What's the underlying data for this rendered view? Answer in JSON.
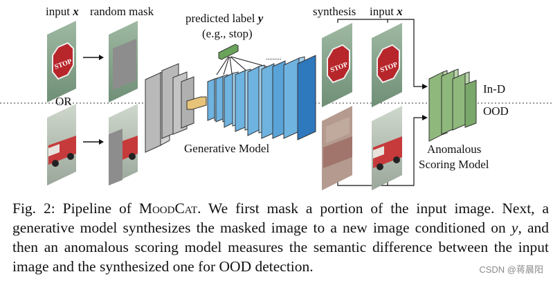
{
  "figure": {
    "label_input_x_text": "input",
    "label_input_x_var": "x",
    "label_random_mask": "random mask",
    "label_predicted": "predicted label",
    "label_predicted_var": "y",
    "label_example": "(e.g., stop)",
    "label_or": "OR",
    "label_generative": "Generative Model",
    "label_synthesis": "synthesis",
    "label_input2_text": "input",
    "label_input2_var": "x",
    "label_in_d": "In-D",
    "label_ood": "OOD",
    "label_anomalous_1": "Anomalous",
    "label_anomalous_2": "Scoring Model",
    "stop_sign_text": "STOP",
    "colors": {
      "encoder": "#b9b9b9",
      "decoder": "#6fb3e0",
      "decoder_dark": "#2e78bd",
      "label_block": "#6aa35a",
      "cond_block": "#e8c47a",
      "scorer": "#8fb97c",
      "stop_red": "#b7262b"
    }
  },
  "caption": {
    "fig_no": "Fig. 2:",
    "p1": "Pipeline of",
    "method": "MoodCat",
    "p2": ". We first mask a portion of the input image. Next, a generative model synthesizes the masked image to a new image conditioned on",
    "var": "y",
    "p3": ", and then an anomalous scoring model measures the semantic difference between the input image and the synthesized one for OOD detection."
  },
  "watermark": "CSDN @蒋晨阳"
}
